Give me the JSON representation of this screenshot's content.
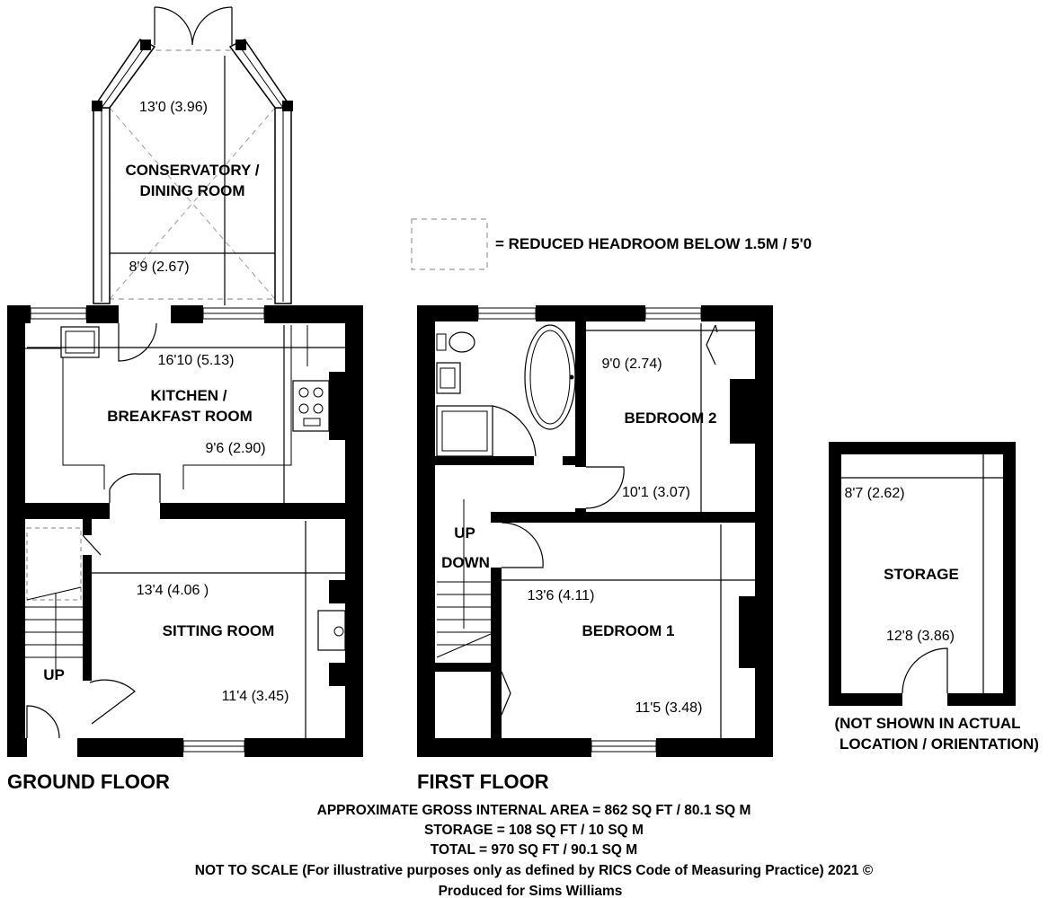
{
  "legend": {
    "text": "= REDUCED HEADROOM BELOW 1.5M / 5'0"
  },
  "rooms": {
    "conservatory": {
      "line1": "CONSERVATORY /",
      "line2": "DINING ROOM",
      "dim_length": "13'0 (3.96)",
      "dim_width": "8'9 (2.67)"
    },
    "kitchen": {
      "line1": "KITCHEN /",
      "line2": "BREAKFAST ROOM",
      "dim_length": "16'10 (5.13)",
      "dim_width": "9'6 (2.90)"
    },
    "sitting": {
      "label": "SITTING ROOM",
      "dim_length": "13'4 (4.06 )",
      "dim_width": "11'4 (3.45)"
    },
    "bedroom2": {
      "label": "BEDROOM 2",
      "dim_length": "9'0 (2.74)",
      "dim_width": "10'1 (3.07)"
    },
    "bedroom1": {
      "label": "BEDROOM 1",
      "dim_length": "13'6 (4.11)",
      "dim_width": "11'5 (3.48)"
    },
    "storage": {
      "label": "STORAGE",
      "dim_length": "8'7 (2.62)",
      "dim_width": "12'8 (3.86)"
    }
  },
  "stairs": {
    "ground_up": "UP",
    "first_up": "UP",
    "first_down": "DOWN"
  },
  "storage_note": {
    "line1": "(NOT SHOWN IN ACTUAL",
    "line2": "LOCATION / ORIENTATION)"
  },
  "floors": {
    "ground": "GROUND FLOOR",
    "first": "FIRST FLOOR"
  },
  "footer": {
    "line1": "APPROXIMATE GROSS INTERNAL AREA = 862 SQ FT / 80.1 SQ M",
    "line2": "STORAGE = 108 SQ FT / 10 SQ M",
    "line3": "TOTAL = 970 SQ FT / 90.1 SQ M",
    "line4": "NOT TO SCALE (For illustrative purposes only as defined by RICS Code of Measuring Practice) 2021 ©",
    "line5": "Produced for Sims Williams"
  },
  "colors": {
    "wall": "#000000",
    "background": "#ffffff",
    "reduced_headroom": "#9a9a9a"
  }
}
